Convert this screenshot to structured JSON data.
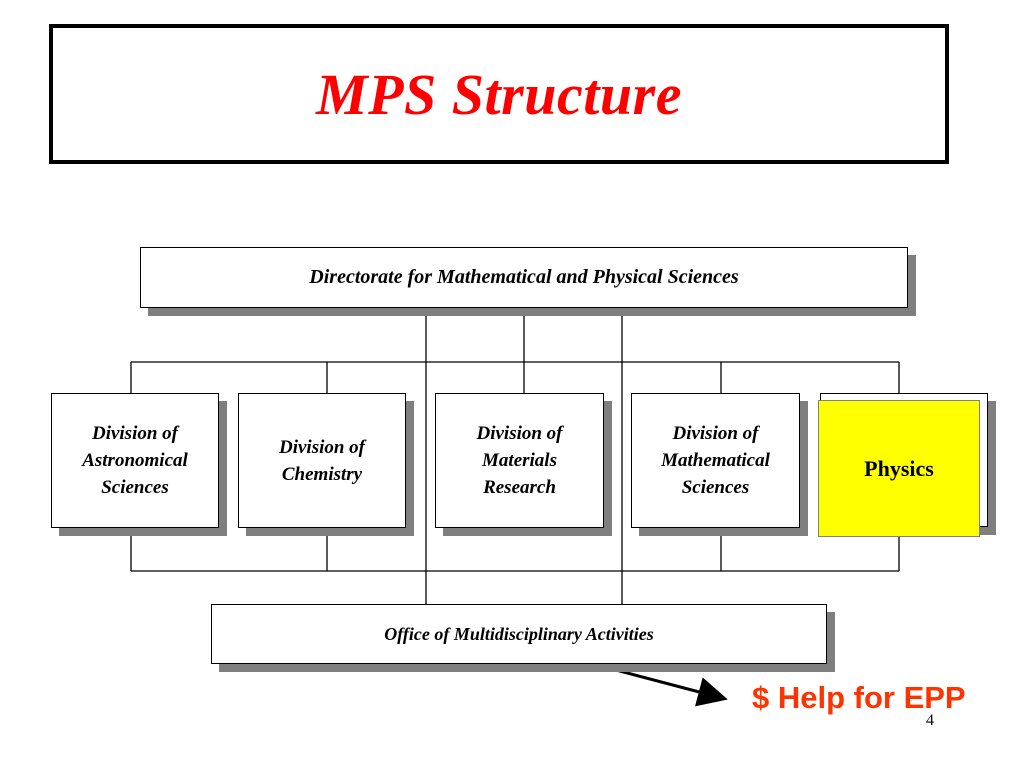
{
  "slide": {
    "title": "MPS Structure",
    "title_color": "#ff0000",
    "page_number": "4"
  },
  "org_chart": {
    "top": "Directorate for Mathematical and Physical Sciences",
    "divisions": [
      "Division of\nAstronomical\nSciences",
      "Division of\nChemistry",
      "Division of\nMaterials\nResearch",
      "Division of\nMathematical\nSciences",
      "Physics"
    ],
    "highlight": {
      "label": "Physics",
      "color": "#ffff00"
    },
    "bottom": "Office of Multidisciplinary Activities"
  },
  "callout": {
    "text": "$ Help for EPP",
    "color": "#ff3300"
  }
}
